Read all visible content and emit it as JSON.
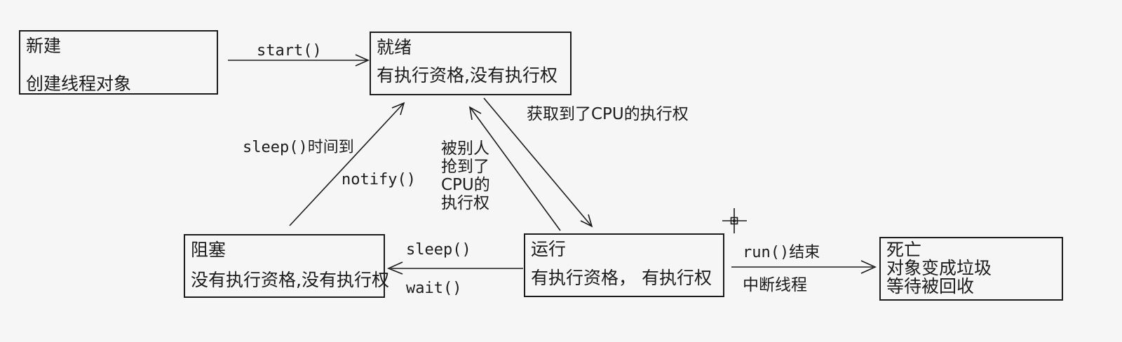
{
  "canvas": {
    "background": "#f6f6f6",
    "ink": "#1b1b1b"
  },
  "nodes": {
    "new": {
      "title": "新建",
      "subtitle": "创建线程对象"
    },
    "ready": {
      "title": "就绪",
      "subtitle": "有执行资格,没有执行权"
    },
    "blocked": {
      "title": "阻塞",
      "subtitle": "没有执行资格,没有执行权"
    },
    "running": {
      "title": "运行",
      "subtitle": "有执行资格， 有执行权"
    },
    "dead": {
      "title": "死亡",
      "line1": "对象变成垃圾",
      "line2": "等待被回收"
    }
  },
  "edges": {
    "new_to_ready": {
      "label": "start()"
    },
    "ready_to_running": {
      "label": "获取到了CPU的执行权"
    },
    "running_to_ready": {
      "label_lines": [
        "被别人",
        "抢到了",
        "CPU的",
        "执行权"
      ]
    },
    "blocked_to_ready": {
      "label_top": "sleep()时间到",
      "label_bottom": "notify()"
    },
    "running_to_blocked": {
      "label_top": "sleep()",
      "label_bottom": "wait()"
    },
    "running_to_dead": {
      "label_top": "run()结束",
      "label_bottom": "中断线程"
    }
  },
  "cursor": {
    "icon": "crosshair"
  }
}
